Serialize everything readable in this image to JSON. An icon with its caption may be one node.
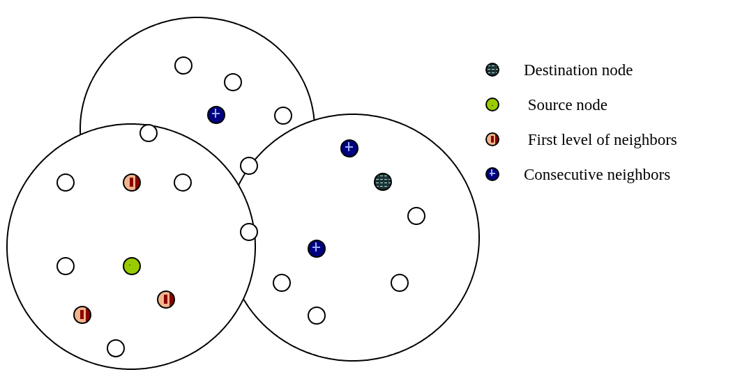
{
  "diagram": {
    "nodes": [
      {
        "text": [],
        "shape": "circle"
      },
      {
        "text": [],
        "shape": "circle",
        "in": 0
      },
      {
        "text": [],
        "shape": "circle",
        "in": 0
      },
      {
        "text": [],
        "shape": "circle",
        "in": 0
      },
      {
        "text": [],
        "shape": "circle",
        "in": 0
      },
      {
        "text": [],
        "shape": "circle",
        "in": 6
      },
      {
        "text": [],
        "shape": "circle"
      },
      {
        "text": [],
        "shape": "circle",
        "in": 6
      },
      {
        "text": [],
        "shape": "circle",
        "in": 6
      },
      {
        "text": [],
        "shape": "circle",
        "in": 6
      },
      {
        "text": [],
        "shape": "circle",
        "in": 6
      },
      {
        "text": [],
        "shape": "circle",
        "in": 6
      },
      {
        "text": [],
        "shape": "circle",
        "in": 6
      },
      {
        "text": [],
        "shape": "circle",
        "in": 6
      },
      {
        "text": [],
        "shape": "circle",
        "in": 6
      },
      {
        "text": [],
        "shape": "circle"
      },
      {
        "text": [],
        "shape": "circle",
        "in": 15
      },
      {
        "text": [],
        "shape": "circle",
        "in": 15
      },
      {
        "text": [],
        "shape": "circle",
        "in": 15
      },
      {
        "text": [],
        "shape": "circle",
        "in": 15
      },
      {
        "text": [],
        "shape": "circle",
        "in": 15
      },
      {
        "text": [],
        "shape": "circle",
        "in": 15
      },
      {
        "text": [],
        "shape": "circle",
        "in": 15
      },
      {
        "text": [],
        "shape": "circle",
        "in": 15
      },
      {
        "text": [],
        "shape": "circle",
        "in": 15
      }
    ],
    "legend": [
      {
        "text": "Destination node",
        "color": "#1f3333"
      },
      {
        "text": " Source node",
        "color": "#99cc00"
      },
      {
        "text": " First level of neighbors",
        "color": "#f2b48c"
      },
      {
        "text": "Consecutive neighbors",
        "color": "#000080"
      }
    ]
  }
}
